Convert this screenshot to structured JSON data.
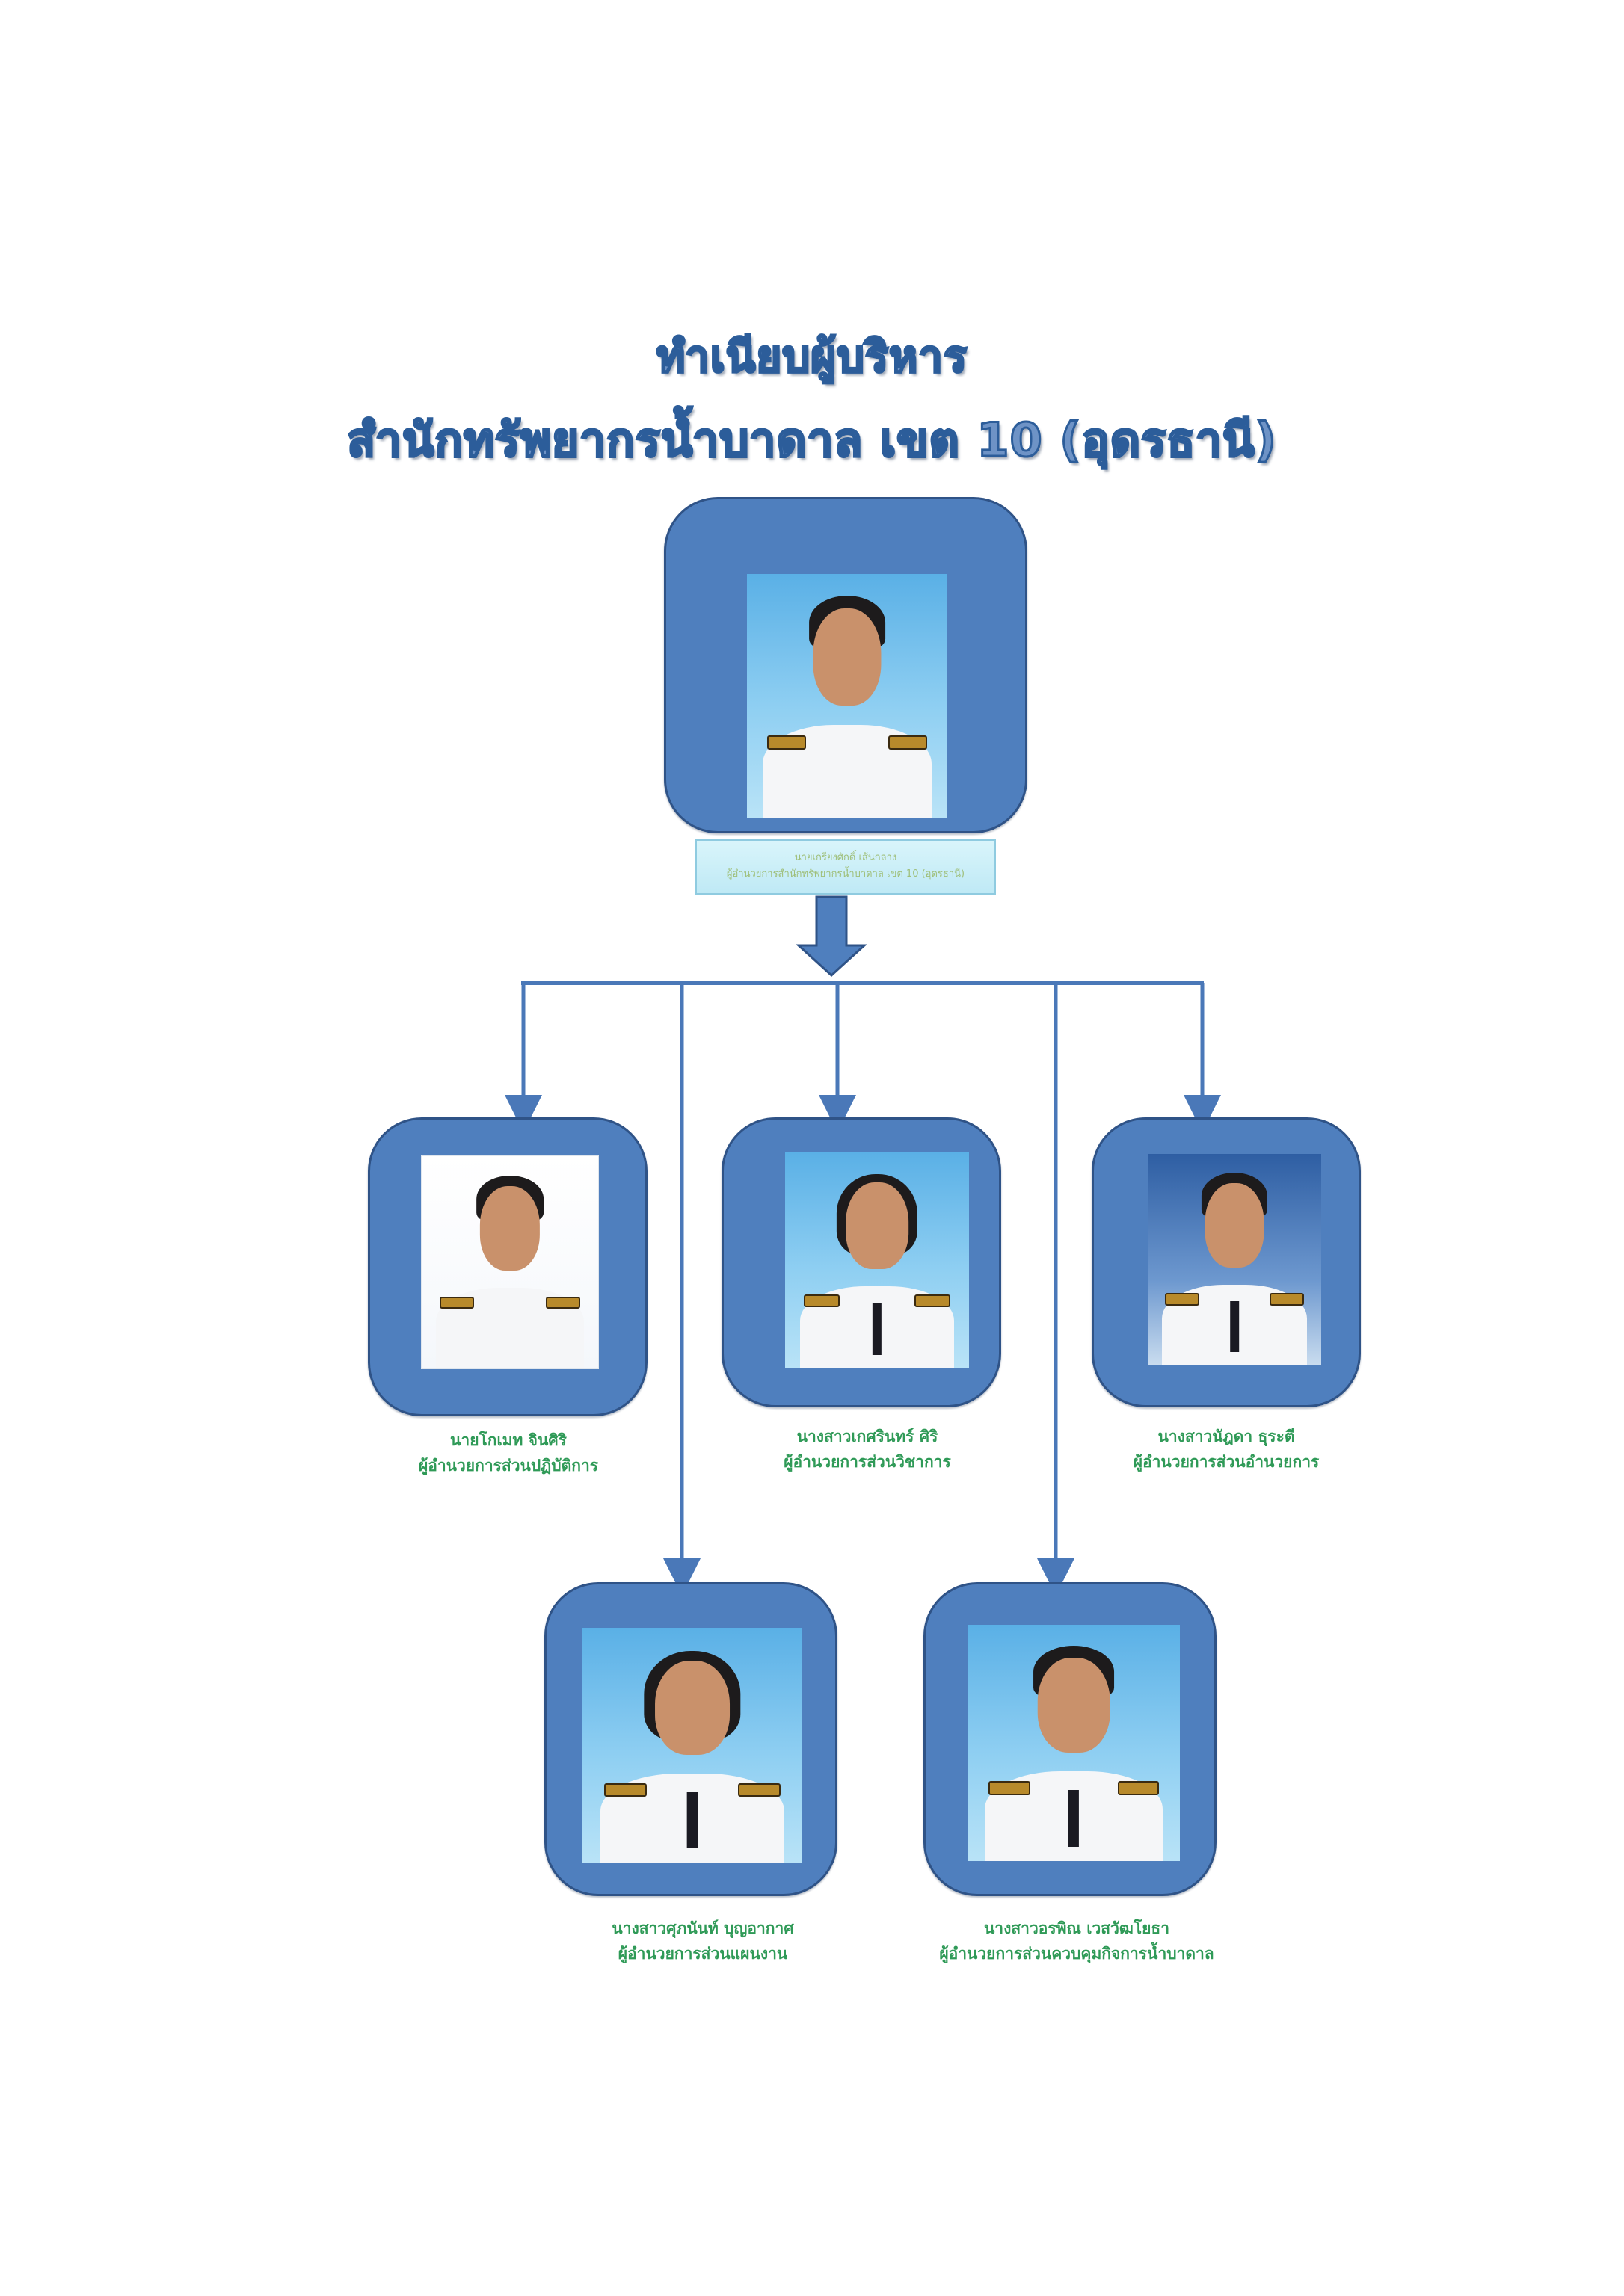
{
  "title": {
    "line1": "ทำเนียบผู้บริหาร",
    "line2": "สำนักทรัพยากรน้ำบาดาล เขต 10 (อุดรธานี)"
  },
  "director": {
    "name": "นายเกรียงศักดิ์ เส้นกลาง",
    "position": "ผู้อำนวยการสำนักทรัพยากรน้ำบาดาล เขต 10 (อุดรธานี)"
  },
  "managers": [
    {
      "name": "นายโกเมท จินศิริ",
      "position": "ผู้อำนวยการส่วนปฏิบัติการ"
    },
    {
      "name": "นางสาวเกศรินทร์  ศิริ",
      "position": "ผู้อำนวยการส่วนวิชาการ"
    },
    {
      "name": "นางสาวนัฎดา ธุระตี",
      "position": "ผู้อำนวยการส่วนอำนวยการ"
    },
    {
      "name": "นางสาวศุภนันท์  บุญอากาศ",
      "position": "ผู้อำนวยการส่วนแผนงาน"
    },
    {
      "name": "นางสาวอรพิณ เวสวัฒโยธา",
      "position": "ผู้อำนวยการส่วนควบคุมกิจการน้ำบาดาล"
    }
  ],
  "colors": {
    "frame": "#4f7fbe",
    "connector": "#4a78b8",
    "caption": "#2f9a57",
    "title": "#6e93c6"
  }
}
